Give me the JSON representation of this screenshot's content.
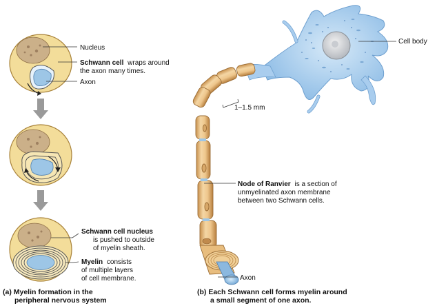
{
  "labels": {
    "nucleus": "Nucleus",
    "schwann_cell_bold": "Schwann cell",
    "schwann_cell_rest_1": "wraps around",
    "schwann_cell_rest_2": "the axon many times.",
    "axon_left": "Axon",
    "schwann_nucleus_bold": "Schwann cell nucleus",
    "schwann_nucleus_rest_1": "is pushed to outside",
    "schwann_nucleus_rest_2": "of myelin sheath.",
    "myelin_bold": "Myelin",
    "myelin_rest_1": "consists",
    "myelin_rest_2": "of multiple layers",
    "myelin_rest_3": "of cell membrane.",
    "cell_body": "Cell body",
    "scale": "1–1.5 mm",
    "node_bold": "Node of Ranvier",
    "node_rest_1": "is a section of",
    "node_rest_2": "unmyelinated axon membrane",
    "node_rest_3": "between two Schwann cells.",
    "axon_right": "Axon"
  },
  "captions": {
    "a_line1": "(a) Myelin formation in the",
    "a_line2": "peripheral nervous system",
    "b_line1": "(b) Each Schwann cell forms myelin around",
    "b_line2": "a small segment of one axon."
  },
  "colors": {
    "schwann_fill": "#f3dd9a",
    "schwann_edge": "#a8823a",
    "nucleus_fill": "#cbb089",
    "axon_blue": "#9dc6e6",
    "axon_blue_dark": "#5f93c2",
    "myelin_tan": "#e8bd7e",
    "myelin_dark": "#b98646",
    "cell_body_blue": "#a9cdee",
    "arrow_gray": "#9a9a9a"
  }
}
